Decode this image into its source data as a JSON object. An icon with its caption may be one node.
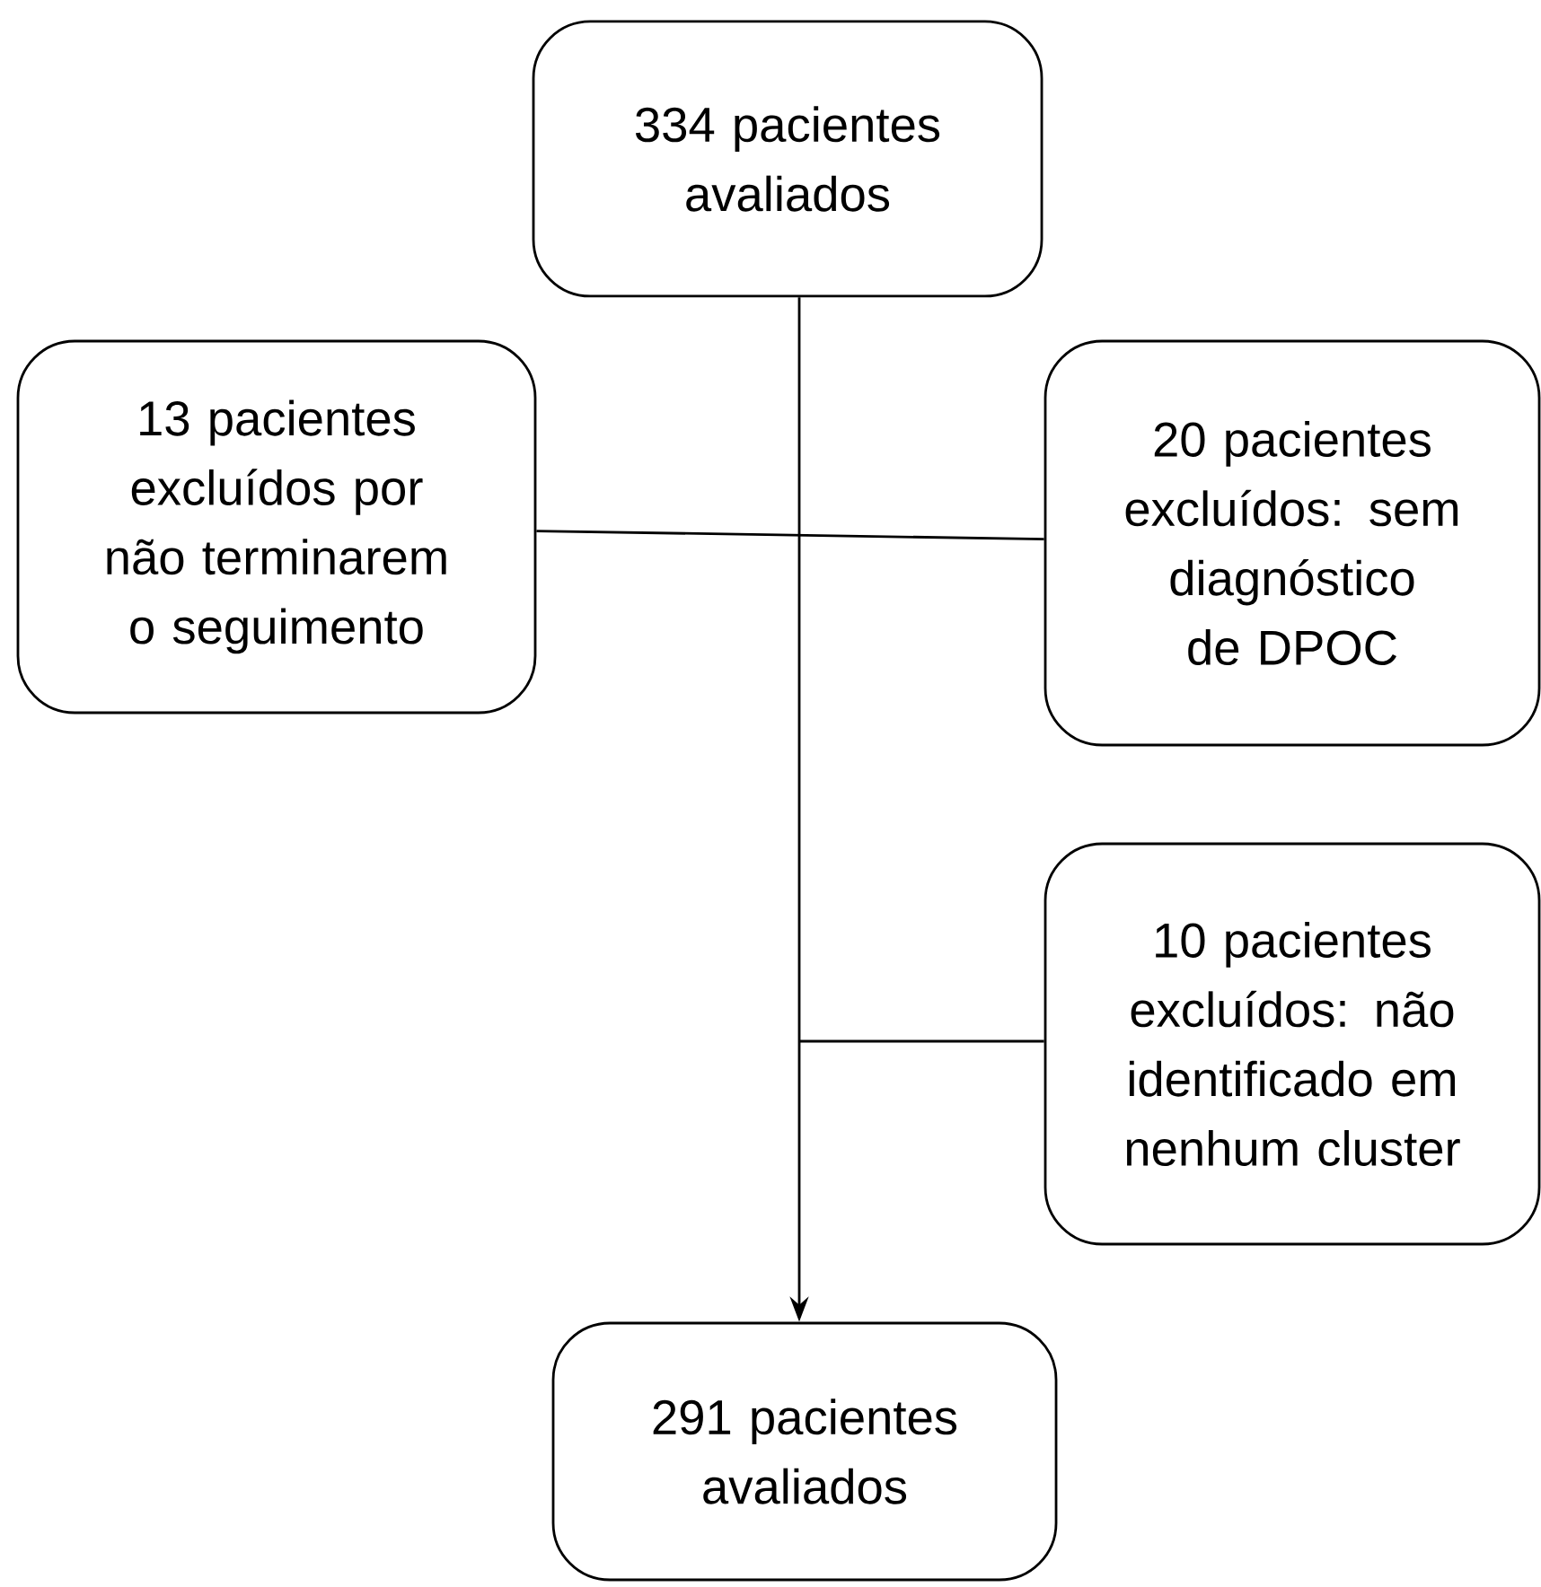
{
  "diagram": {
    "nodes": [
      {
        "text": [
          "334 pacientes avaliados"
        ]
      },
      {
        "text": [
          "13 pacientes excluídos por não terminarem o seguimento"
        ]
      },
      {
        "text": [
          "20 pacientes excluídos: sem diagnóstico de DPOC"
        ]
      },
      {
        "text": [
          "10 pacientes excluídos: não identificado em nenhum cluster"
        ]
      },
      {
        "text": [
          "291 pacientes avaliados"
        ]
      }
    ],
    "edges": [
      {
        "from": 0,
        "to": 4,
        "arrow": "to"
      },
      {
        "from": 1,
        "to": 2,
        "arrow": "none"
      },
      {
        "from": null,
        "to": 3,
        "arrow": "none"
      }
    ]
  }
}
